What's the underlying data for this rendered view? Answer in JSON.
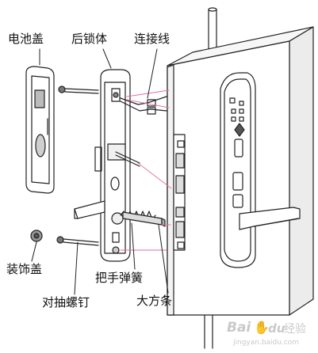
{
  "labels": {
    "battery_cover": "电池盖",
    "rear_lock_body": "后锁体",
    "connecting_wire": "连接线",
    "decorative_cap": "装饰盖",
    "handle_spring": "把手弹簧",
    "through_bolt": "对抽螺钉",
    "square_bar": "大方条"
  },
  "watermark": {
    "text": "Bai",
    "paw": "du",
    "suffix": "经验",
    "small": "jingyan.baidu.com"
  }
}
